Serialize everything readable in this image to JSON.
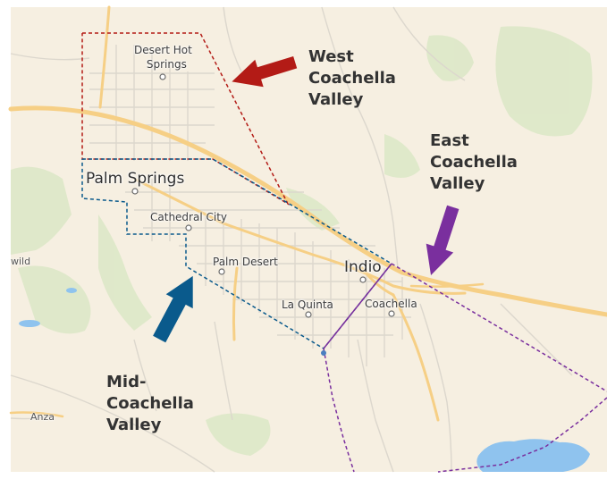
{
  "map": {
    "cities": {
      "desert_hot_springs_line1": "Desert Hot",
      "desert_hot_springs_line2": "Springs",
      "palm_springs": "Palm Springs",
      "cathedral_city": "Cathedral City",
      "palm_desert": "Palm Desert",
      "indio": "Indio",
      "la_quinta": "La Quinta",
      "coachella": "Coachella",
      "anza": "Anza",
      "wild": "wild"
    },
    "regions": {
      "west": [
        "West",
        "Coachella",
        "Valley"
      ],
      "east": [
        "East",
        "Coachella",
        "Valley"
      ],
      "mid": [
        "Mid-",
        "Coachella",
        "Valley"
      ]
    },
    "colors": {
      "land": "#f6efe1",
      "green": "#d9e6c4",
      "highway": "#f6cf85",
      "road": "#dcd7cd",
      "water": "#8fc3ee",
      "west": "#b31b16",
      "mid": "#0a5a8c",
      "east": "#7a2f9e"
    }
  }
}
